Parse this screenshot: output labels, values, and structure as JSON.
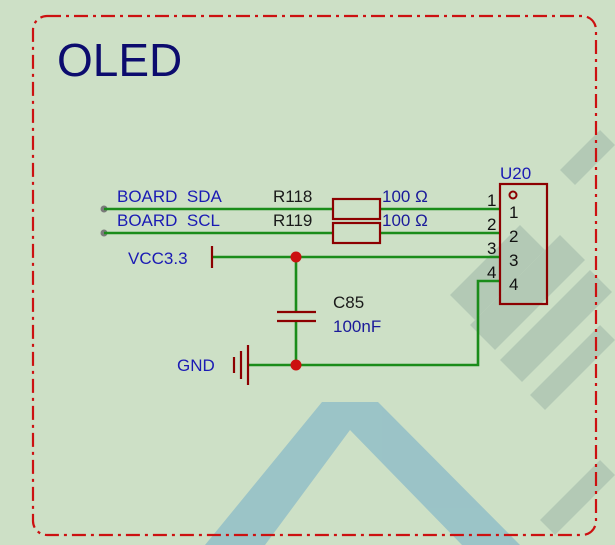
{
  "title": "OLED",
  "nets": {
    "sda": "BOARD  SDA",
    "scl": "BOARD  SCL",
    "vcc": "VCC3.3",
    "gnd": "GND"
  },
  "resistors": [
    {
      "ref": "R118",
      "value": "100 Ω"
    },
    {
      "ref": "R119",
      "value": "100 Ω"
    }
  ],
  "capacitor": {
    "ref": "C85",
    "value": "100nF"
  },
  "connector": {
    "ref": "U20",
    "outer_pins": [
      "1",
      "2",
      "3",
      "4"
    ],
    "inner_pins": [
      "1",
      "2",
      "3",
      "4"
    ]
  },
  "colors": {
    "background": "#cde0c6",
    "wire": "#1a8c1a",
    "component": "#8c0000",
    "border": "#cc1111",
    "net_label": "#1a1ab4",
    "watermark": "#6aa8c8"
  }
}
